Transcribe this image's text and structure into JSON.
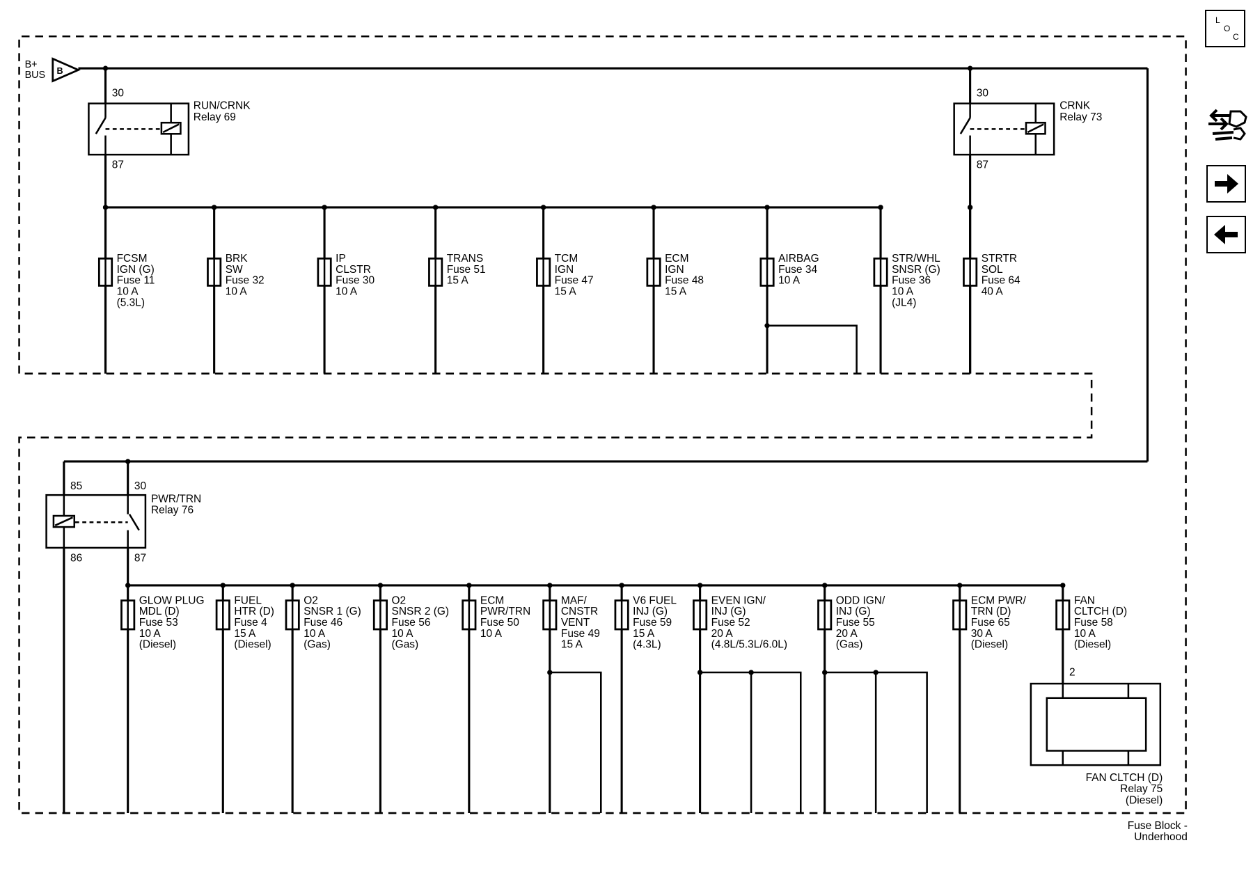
{
  "bus": {
    "label": "B+\nBUS",
    "terminal": "B"
  },
  "relays": [
    {
      "key": "run",
      "name": "RUN/CRNK",
      "number": "Relay 69",
      "pins": [
        "30",
        "87"
      ]
    },
    {
      "key": "crnk",
      "name": "CRNK",
      "number": "Relay 73",
      "pins": [
        "30",
        "87"
      ]
    },
    {
      "key": "pwr",
      "name": "PWR/TRN",
      "number": "Relay 76",
      "pins": [
        "85",
        "30",
        "86",
        "87"
      ]
    },
    {
      "key": "fan",
      "name": "FAN CLTCH (D)",
      "number": "Relay 75",
      "note": "(Diesel)",
      "pins": [
        "2"
      ]
    }
  ],
  "fuses_top": [
    {
      "lines": [
        "FCSM",
        "IGN (G)",
        "Fuse 11",
        "10 A",
        "(5.3L)"
      ]
    },
    {
      "lines": [
        "BRK",
        "SW",
        "Fuse 32",
        "10 A"
      ]
    },
    {
      "lines": [
        "IP",
        "CLSTR",
        "Fuse 30",
        "10 A"
      ]
    },
    {
      "lines": [
        "TRANS",
        "Fuse 51",
        "15 A"
      ]
    },
    {
      "lines": [
        "TCM",
        "IGN",
        "Fuse 47",
        "15 A"
      ]
    },
    {
      "lines": [
        "ECM",
        "IGN",
        "Fuse 48",
        "15 A"
      ]
    },
    {
      "lines": [
        "AIRBAG",
        "Fuse 34",
        "10 A"
      ]
    },
    {
      "lines": [
        "STR/WHL",
        "SNSR (G)",
        "Fuse 36",
        "10 A",
        "(JL4)"
      ]
    },
    {
      "lines": [
        "STRTR",
        "SOL",
        "Fuse 64",
        "40 A"
      ]
    }
  ],
  "fuses_bottom": [
    {
      "lines": [
        "GLOW PLUG",
        "MDL (D)",
        "Fuse 53",
        "10 A",
        "(Diesel)"
      ]
    },
    {
      "lines": [
        "FUEL",
        "HTR (D)",
        "Fuse 4",
        "15 A",
        "(Diesel)"
      ]
    },
    {
      "lines": [
        "O2",
        "SNSR 1 (G)",
        "Fuse 46",
        "10 A",
        "(Gas)"
      ]
    },
    {
      "lines": [
        "O2",
        "SNSR 2 (G)",
        "Fuse 56",
        "10 A",
        "(Gas)"
      ]
    },
    {
      "lines": [
        "ECM",
        "PWR/TRN",
        "Fuse 50",
        "10 A"
      ]
    },
    {
      "lines": [
        "MAF/",
        "CNSTR",
        "VENT",
        "Fuse 49",
        "15 A"
      ]
    },
    {
      "lines": [
        "V6 FUEL",
        "INJ (G)",
        "Fuse 59",
        "15 A",
        "(4.3L)"
      ]
    },
    {
      "lines": [
        "EVEN IGN/",
        "INJ (G)",
        "Fuse 52",
        "20 A",
        "(4.8L/5.3L/6.0L)"
      ]
    },
    {
      "lines": [
        "ODD IGN/",
        "INJ (G)",
        "Fuse 55",
        "20 A",
        "(Gas)"
      ]
    },
    {
      "lines": [
        "ECM PWR/",
        "TRN (D)",
        "Fuse 65",
        "30 A",
        "(Diesel)"
      ]
    },
    {
      "lines": [
        "FAN",
        "CLTCH (D)",
        "Fuse 58",
        "10 A",
        "(Diesel)"
      ]
    }
  ],
  "block_label": {
    "line1": "Fuse Block -",
    "line2": "Underhood"
  },
  "sidebar": {
    "loc_label": "LOC",
    "buttons": [
      {
        "name": "loc-button",
        "icon": "loc-icon"
      },
      {
        "name": "wrench-connector-button",
        "icon": "wrench-connector-icon"
      },
      {
        "name": "next-page-button",
        "icon": "arrow-right-icon"
      },
      {
        "name": "previous-page-button",
        "icon": "arrow-left-icon"
      }
    ]
  }
}
